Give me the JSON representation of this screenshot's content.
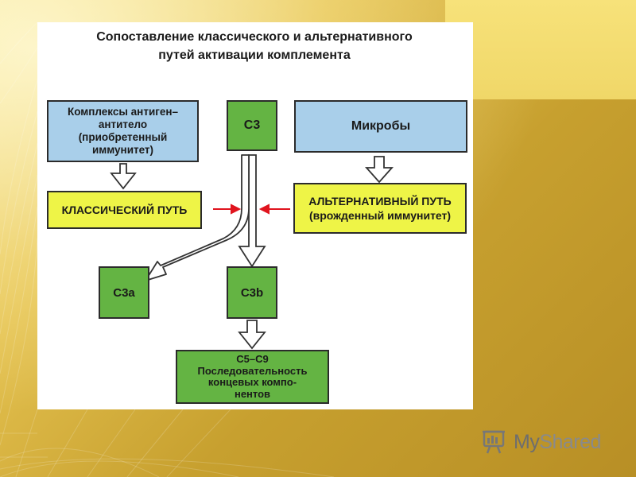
{
  "diagram": {
    "title_line1": "Сопоставление классического и альтернативного",
    "title_line2": "путей активации комплемента",
    "nodes": {
      "antigen_complexes": [
        "Комплексы антиген–",
        "антитело",
        "(приобретенный",
        "иммунитет)"
      ],
      "c3": "С3",
      "microbes": "Микробы",
      "classical_path": "КЛАССИЧЕСКИЙ ПУТЬ",
      "alternative_path": [
        "АЛЬТЕРНАТИВНЫЙ ПУТЬ",
        "(врожденный иммунитет)"
      ],
      "c3a": "С3а",
      "c3b": "С3b",
      "c5_c9": [
        "С5–С9",
        "Последовательность",
        "концевых компо-",
        "нентов"
      ]
    }
  },
  "watermark": {
    "brand": "MyShared",
    "brand_part1": "My",
    "brand_part2": "Shared",
    "icon": "presentation-icon"
  },
  "colors": {
    "blue_box": "#a9cfea",
    "green_box": "#64b443",
    "yellow_box": "#eef447",
    "red_arrow": "#e0141e",
    "background": "#c9a537"
  }
}
